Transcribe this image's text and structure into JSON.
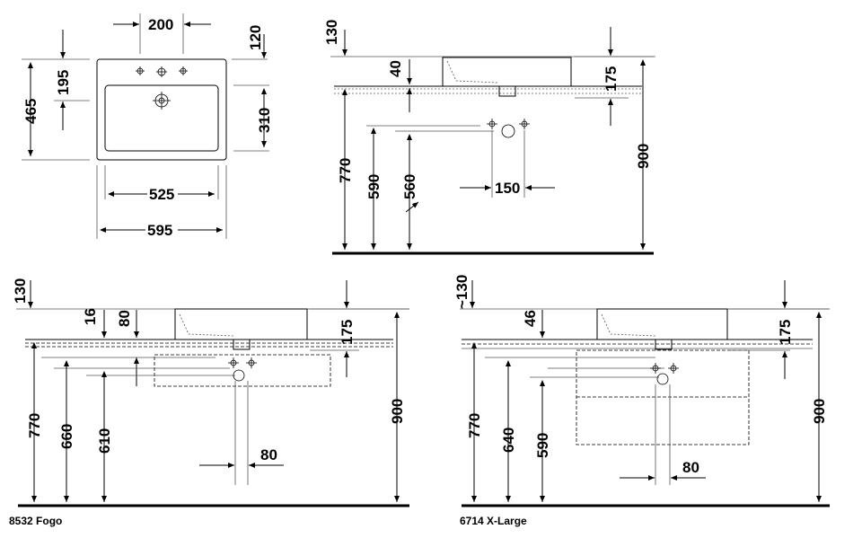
{
  "top_view": {
    "d200": "200",
    "d120": "120",
    "d195": "195",
    "d465": "465",
    "d310": "310",
    "d525": "525",
    "d595": "595"
  },
  "side_view": {
    "d130": "130",
    "d40": "40",
    "d175": "175",
    "d770": "770",
    "d590": "590",
    "d560": "560",
    "d150": "150",
    "d900": "900"
  },
  "fogo_view": {
    "d130": "130",
    "d16": "16",
    "d80_top": "80",
    "d175": "175",
    "d770": "770",
    "d660": "660",
    "d610": "610",
    "d80_bottom": "80",
    "d900": "900",
    "caption": "8532 Fogo"
  },
  "xlarge_view": {
    "d130": "~130",
    "d46": "46",
    "d175": "175",
    "d770": "770",
    "d640": "640",
    "d590": "590",
    "d80": "80",
    "d900": "900",
    "caption": "6714  X-Large"
  }
}
